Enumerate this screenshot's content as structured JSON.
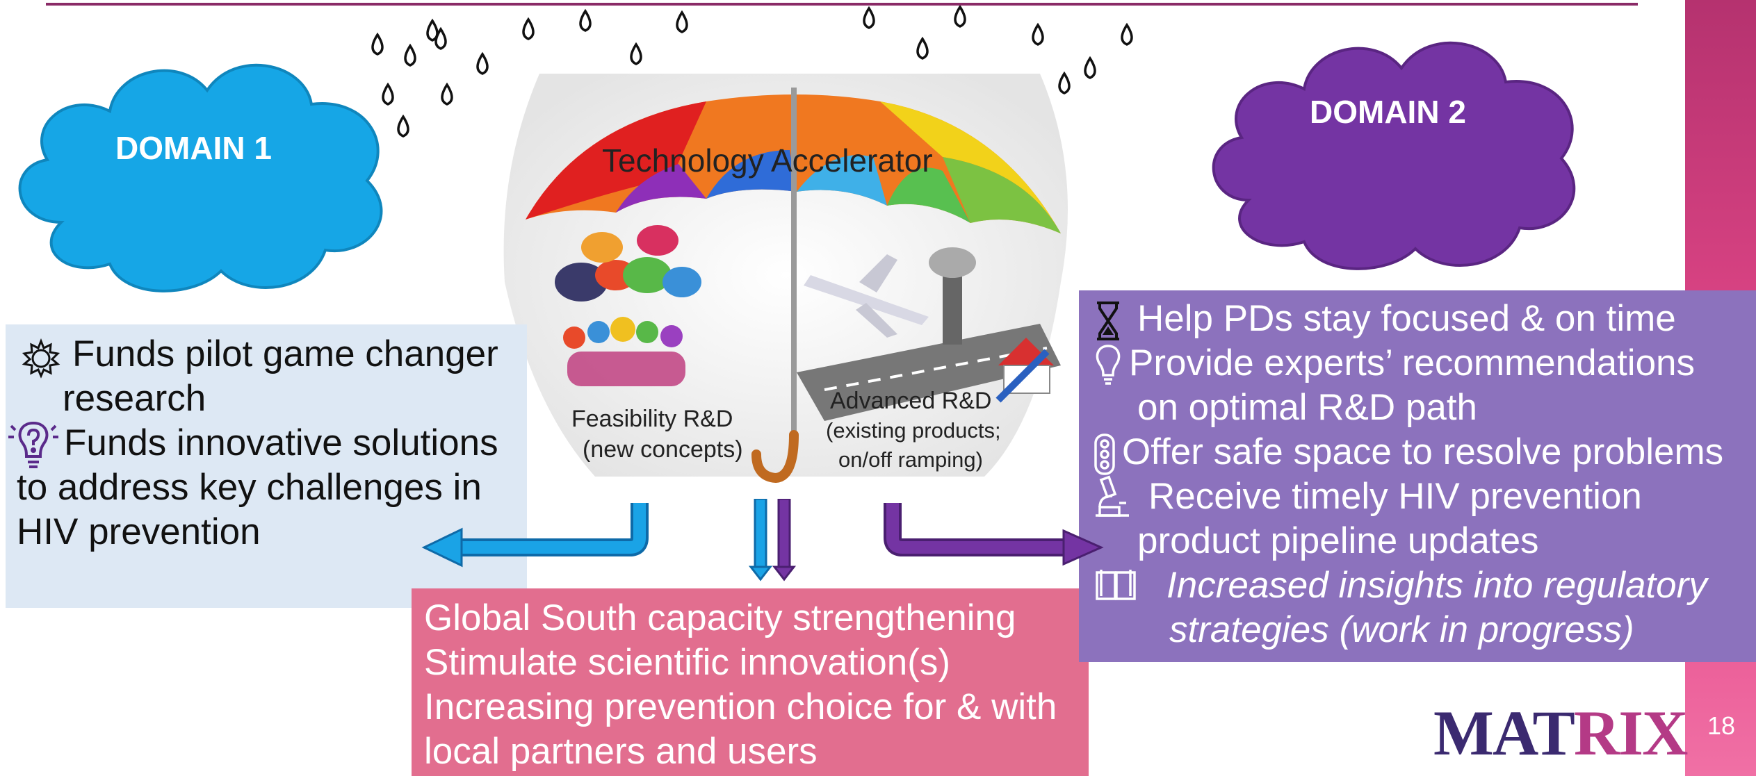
{
  "slide": {
    "page_number": "18"
  },
  "clouds": {
    "left_label": "DOMAIN 1",
    "right_label": "DOMAIN 2"
  },
  "umbrella": {
    "title": "Technology Accelerator",
    "left_caption_line1": "Feasibility R&D",
    "left_caption_line2": "(new concepts)",
    "right_caption_line1": "Advanced R&D",
    "right_caption_line2": "(existing products;",
    "right_caption_line3": "on/off ramping)"
  },
  "domain1_panel": {
    "line1": "Funds pilot game changer",
    "line2": "research",
    "line3": "Funds innovative solutions",
    "line4": "to address key challenges in",
    "line5": "HIV prevention",
    "icons": [
      "sun-gear-icon",
      "question-bulb-icon"
    ]
  },
  "domain2_panel": {
    "line1": "Help PDs stay focused & on time",
    "line2": "Provide experts’ recommendations",
    "line3": "on optimal R&D path",
    "line4": "Offer safe space to resolve problems",
    "line5": "Receive timely HIV prevention",
    "line6": "product pipeline updates",
    "line7": "Increased insights into regulatory",
    "line8": "strategies (work in progress)",
    "icons": [
      "hourglass-icon",
      "lightbulb-icon",
      "traffic-light-icon",
      "microscope-icon",
      "book-icon"
    ]
  },
  "bottom_panel": {
    "line1": "Global South capacity strengthening",
    "line2": "Stimulate scientific innovation(s)",
    "line3": "Increasing prevention choice for & with",
    "line4": "local partners and users"
  },
  "logo": {
    "text_a": "MAT",
    "text_b": "RIX"
  },
  "colors": {
    "domain1": "#16a6e6",
    "domain2": "#7434a3",
    "panel_left_bg": "#dde8f4",
    "panel_right_bg": "#8c72bd",
    "panel_bottom_bg": "#e26e8f",
    "accent_line": "#8a2a66"
  }
}
